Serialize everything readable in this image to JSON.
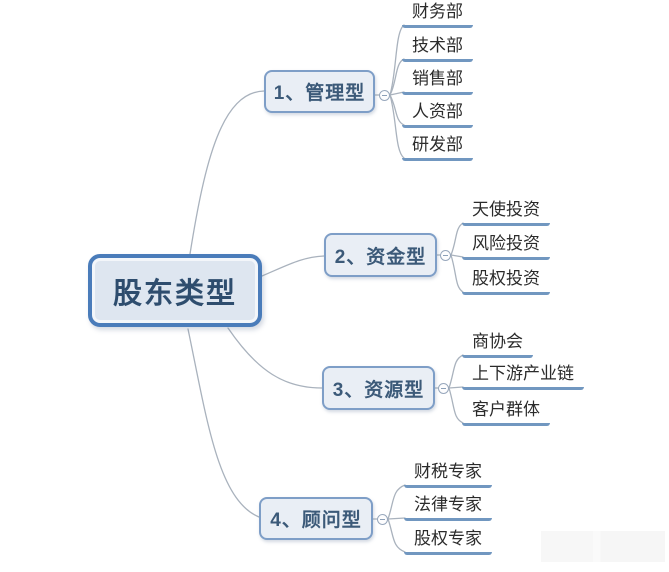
{
  "diagram": {
    "type": "mindmap",
    "root": {
      "label": "股东类型"
    },
    "branches": [
      {
        "label": "1、管理型",
        "leaves": [
          "财务部",
          "技术部",
          "销售部",
          "人资部",
          "研发部"
        ]
      },
      {
        "label": "2、资金型",
        "leaves": [
          "天使投资",
          "风险投资",
          "股权投资"
        ]
      },
      {
        "label": "3、资源型",
        "leaves": [
          "商协会",
          "上下游产业链",
          "客户群体"
        ]
      },
      {
        "label": "4、顾问型",
        "leaves": [
          "财税专家",
          "法律专家",
          "股权专家"
        ]
      }
    ]
  },
  "icons": {
    "branch_toggle": "minus-icon"
  },
  "colors": {
    "background": "#ffffff",
    "root_border": "#4a7cba",
    "root_fill": "#dee6f0",
    "root_text": "#2e4d6e",
    "branch_border": "#7e9ec7",
    "branch_fill": "#e9eef5",
    "branch_text": "#3c5a79",
    "leaf_text": "#2b2b2b",
    "leaf_underline": "#7197c0",
    "connector": "#a9b2bd"
  }
}
